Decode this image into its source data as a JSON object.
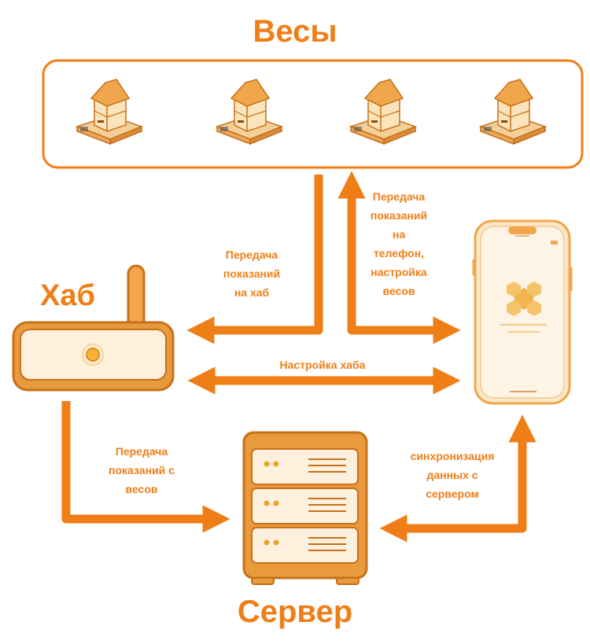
{
  "titles": {
    "scales": "Весы",
    "hub": "Хаб",
    "server": "Сервер"
  },
  "labels": {
    "to_hub": "Передача\nпоказаний\nна хаб",
    "to_phone": "Передача\nпоказаний\nна\nтелефон,\nнастройка\nвесов",
    "hub_setup": "Настройка хаба",
    "from_scales": "Передача\nпоказаний с\nвесов",
    "sync": "синхронизация\nданных с\nсервером"
  },
  "colors": {
    "accent": "#f07e16",
    "light": "#fdf1de",
    "dark": "#c8701a"
  },
  "icons": {
    "scale": "beehive-scale-icon",
    "hub": "router-icon",
    "phone": "smartphone-icon",
    "server": "server-rack-icon",
    "app_logo": "honeycomb-icon"
  }
}
